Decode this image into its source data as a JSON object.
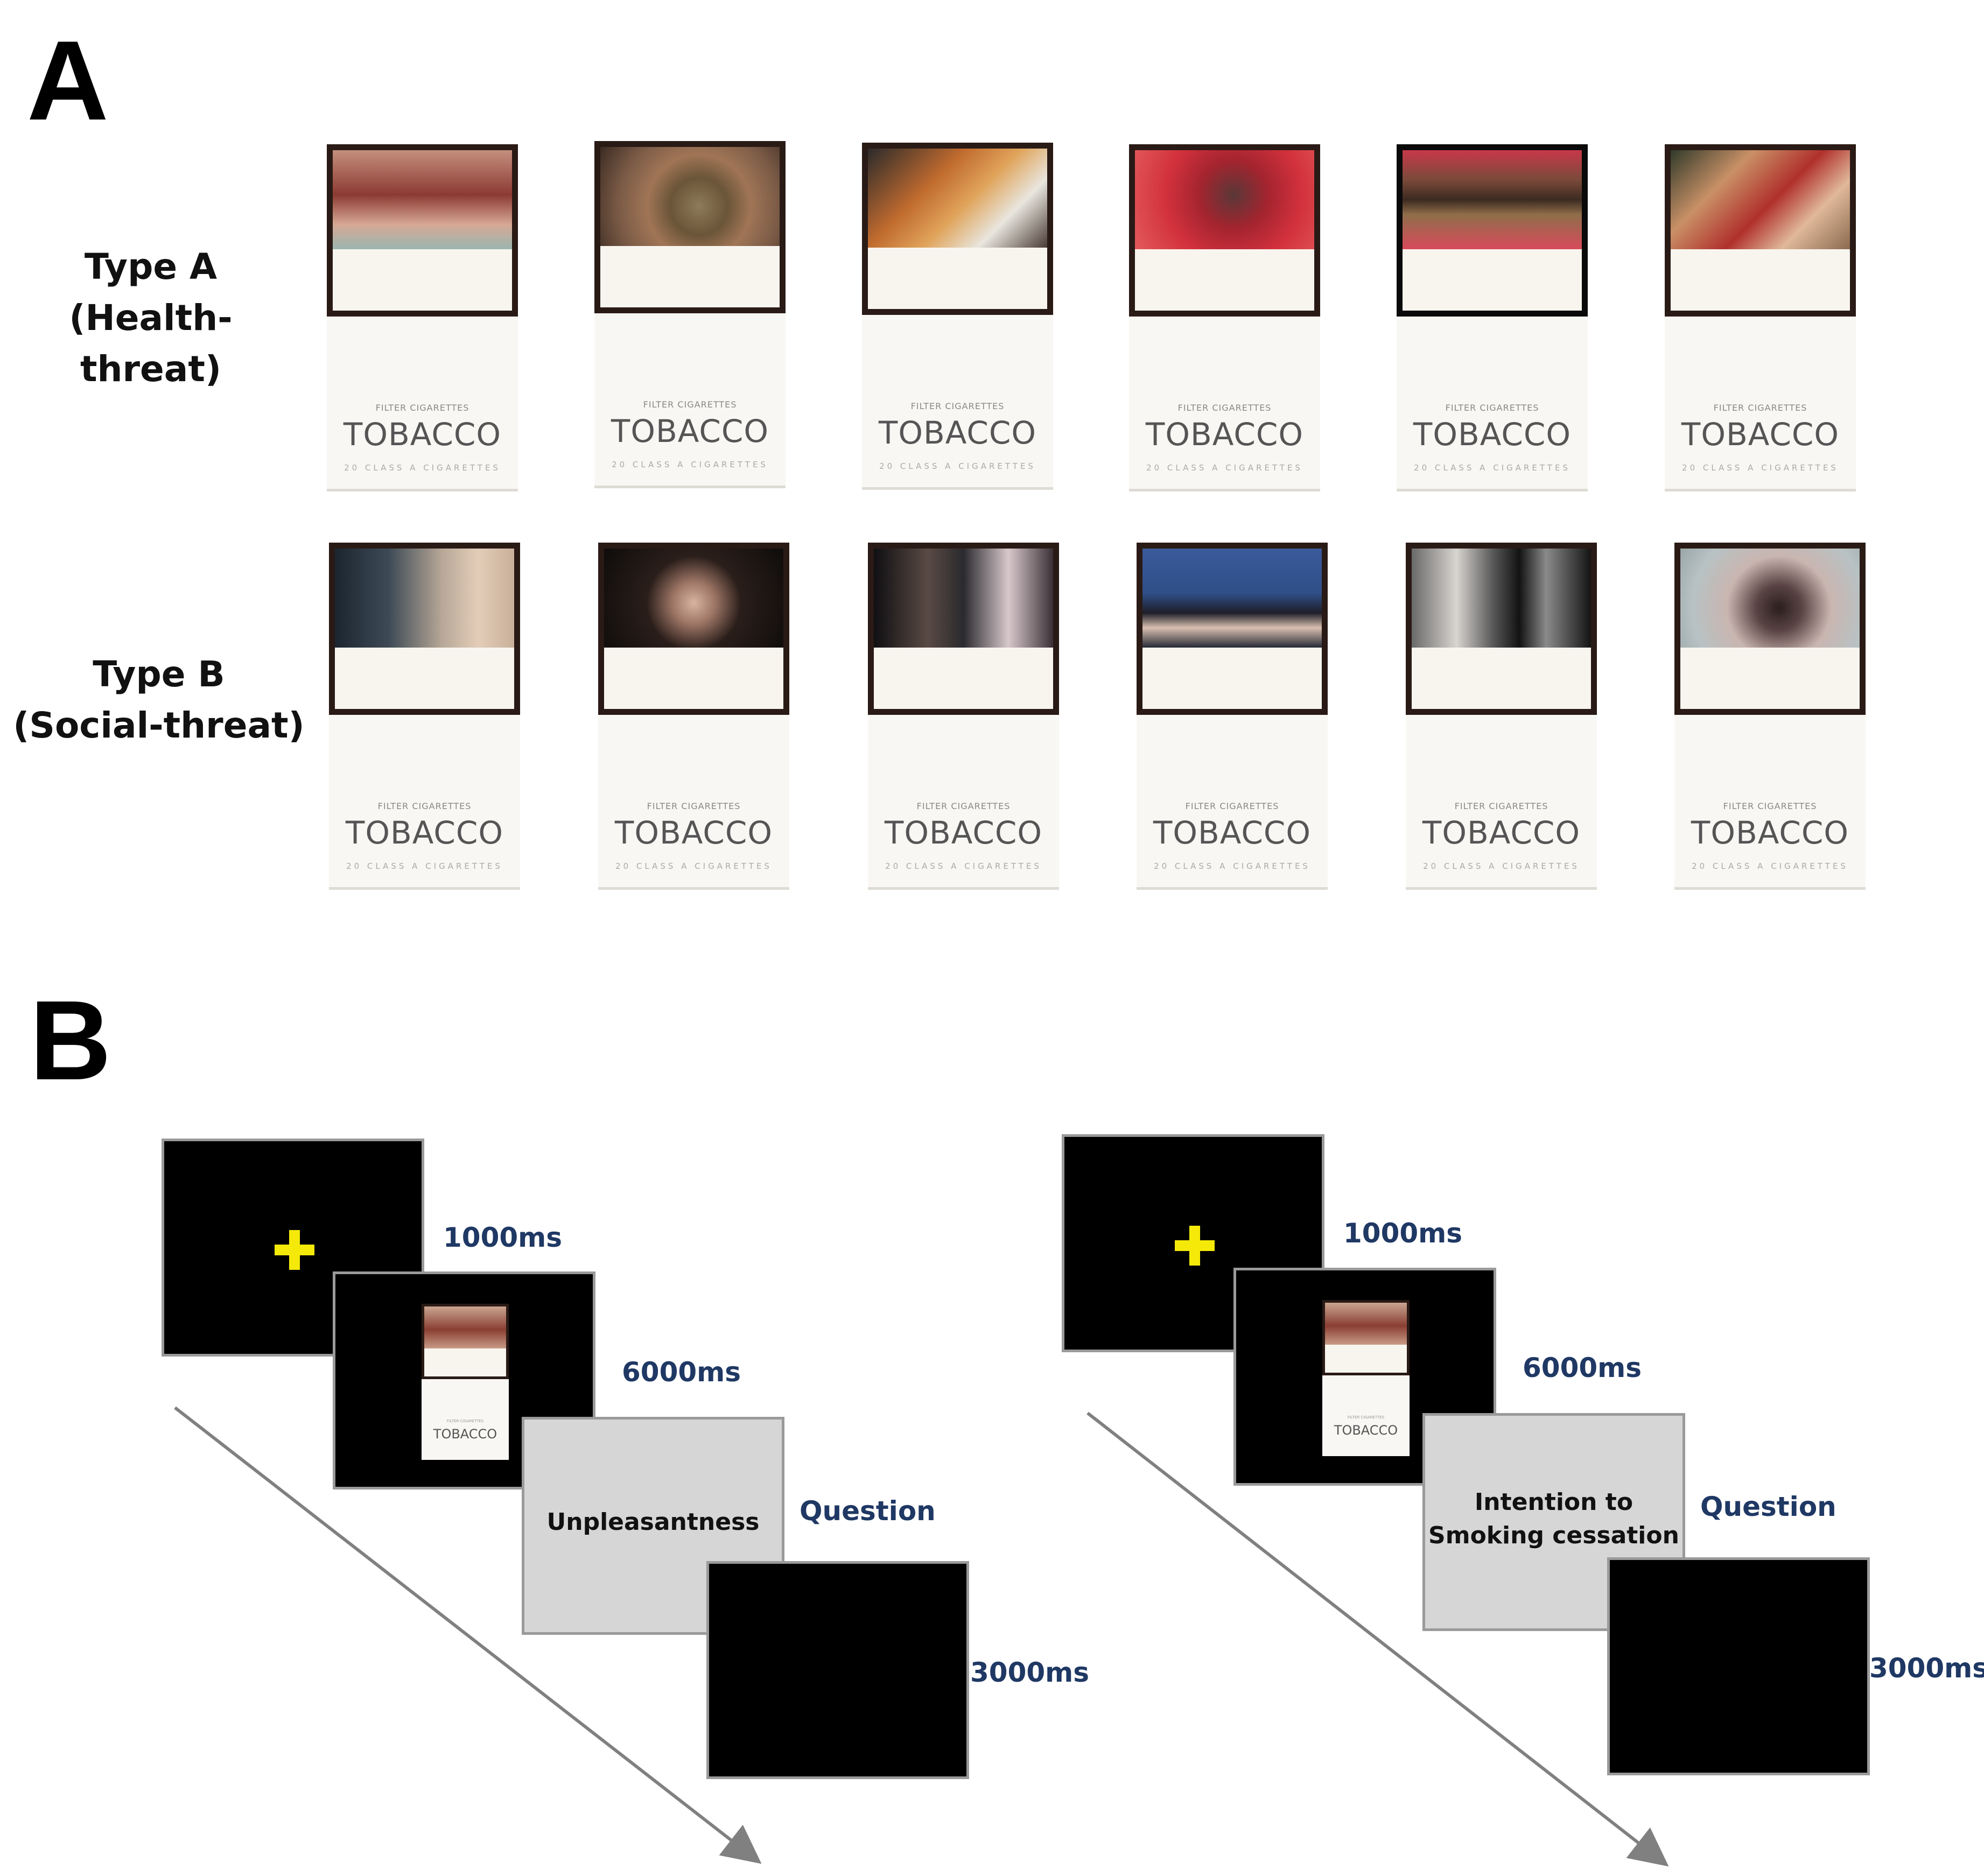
{
  "panel_a": {
    "letter": "A",
    "row_a": {
      "label_line1": "Type A",
      "label_line2": "(Health-threat)",
      "packs": [
        {
          "filter": "FILTER CIGARETTES",
          "brand": "TOBACCO",
          "sub": "20 CLASS A CIGARETTES",
          "image": "neck-wound-photo"
        },
        {
          "filter": "FILTER CIGARETTES",
          "brand": "TOBACCO",
          "sub": "20 CLASS A CIGARETTES",
          "image": "mouth-tumor-photo"
        },
        {
          "filter": "FILTER CIGARETTES",
          "brand": "TOBACCO",
          "sub": "20 CLASS A CIGARETTES",
          "image": "surgery-photo"
        },
        {
          "filter": "FILTER CIGARETTES",
          "brand": "TOBACCO",
          "sub": "20 CLASS A CIGARETTES",
          "image": "open-wound-photo"
        },
        {
          "filter": "FILTER CIGARETTES",
          "brand": "TOBACCO",
          "sub": "20 CLASS A CIGARETTES",
          "image": "rotten-teeth-photo"
        },
        {
          "filter": "FILTER CIGARETTES",
          "brand": "TOBACCO",
          "sub": "20 CLASS A CIGARETTES",
          "image": "surgical-incision-photo"
        }
      ]
    },
    "row_b": {
      "label_line1": "Type B",
      "label_line2": "(Social-threat)",
      "packs": [
        {
          "filter": "FILTER CIGARETTES",
          "brand": "TOBACCO",
          "sub": "20 CLASS A CIGARETTES",
          "image": "child-smoke-photo"
        },
        {
          "filter": "FILTER CIGARETTES",
          "brand": "TOBACCO",
          "sub": "20 CLASS A CIGARETTES",
          "image": "crying-child-photo"
        },
        {
          "filter": "FILTER CIGARETTES",
          "brand": "TOBACCO",
          "sub": "20 CLASS A CIGARETTES",
          "image": "pregnant-smoke-photo"
        },
        {
          "filter": "FILTER CIGARETTES",
          "brand": "TOBACCO",
          "sub": "20 CLASS A CIGARETTES",
          "image": "family-portrait-photo"
        },
        {
          "filter": "FILTER CIGARETTES",
          "brand": "TOBACCO",
          "sub": "20 CLASS A CIGARETTES",
          "image": "funeral-portrait-photo"
        },
        {
          "filter": "FILTER CIGARETTES",
          "brand": "TOBACCO",
          "sub": "20 CLASS A CIGARETTES",
          "image": "fetus-smoke-photo"
        }
      ]
    }
  },
  "panel_b": {
    "letter": "B",
    "sequences": [
      {
        "fixation_time": "1000ms",
        "stimulus_time": "6000ms",
        "question_text_line1": "Unpleasantness",
        "question_text_line2": "",
        "question_label": "Question",
        "blank_time": "3000ms",
        "mini_pack": {
          "filter": "FILTER CIGARETTES",
          "brand": "TOBACCO"
        }
      },
      {
        "fixation_time": "1000ms",
        "stimulus_time": "6000ms",
        "question_text_line1": "Intention to",
        "question_text_line2": "Smoking cessation",
        "question_label": "Question",
        "blank_time": "3000ms",
        "mini_pack": {
          "filter": "FILTER CIGARETTES",
          "brand": "TOBACCO"
        }
      }
    ]
  },
  "colors": {
    "fixation_cross": "#f5e90a",
    "timing_text": "#1f3864",
    "question_screen": "#d6d6d6",
    "screen_border": "#9a9a9a",
    "pack_frame": "#2a1a16"
  }
}
